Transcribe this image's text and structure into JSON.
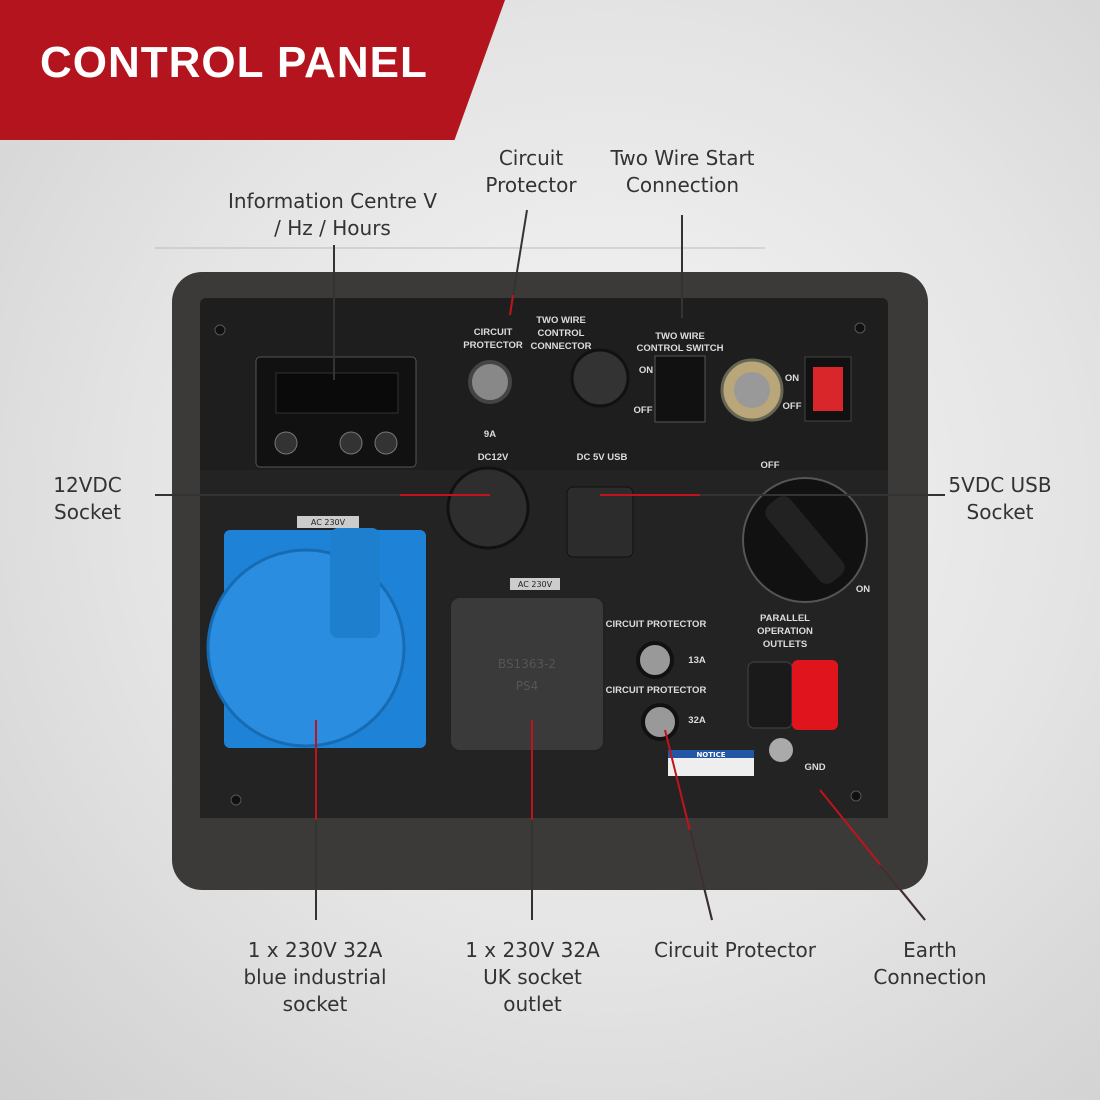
{
  "header": {
    "title": "CONTROL PANEL"
  },
  "callouts": {
    "info_centre": "Information Centre V / Hz / Hours",
    "circuit_protector_top": "Circuit Protector",
    "two_wire": "Two Wire Start Connection",
    "dc12": "12VDC Socket",
    "usb": "5VDC USB Socket",
    "blue_socket": "1 x 230V 32A blue industrial socket",
    "uk_socket": "1 x 230V 32A UK socket outlet",
    "circuit_protector_bottom": "Circuit Protector",
    "earth": "Earth Connection"
  },
  "panel": {
    "circuit_protector": "CIRCUIT PROTECTOR",
    "cp_9a": "9A",
    "two_wire_connector": "TWO WIRE CONTROL CONNECTOR",
    "two_wire_switch": "TWO WIRE CONTROL SWITCH",
    "on": "ON",
    "off": "OFF",
    "dc12v": "DC12V",
    "dc5v": "DC 5V USB",
    "ac230_1": "AC 230V",
    "ac230_2": "AC 230V",
    "cp13": "13A",
    "cp32": "32A",
    "parallel": "PARALLEL OPERATION OUTLETS",
    "notice": "NOTICE",
    "gnd": "GND",
    "uk_socket_text": "BS1363-2 PS4"
  }
}
